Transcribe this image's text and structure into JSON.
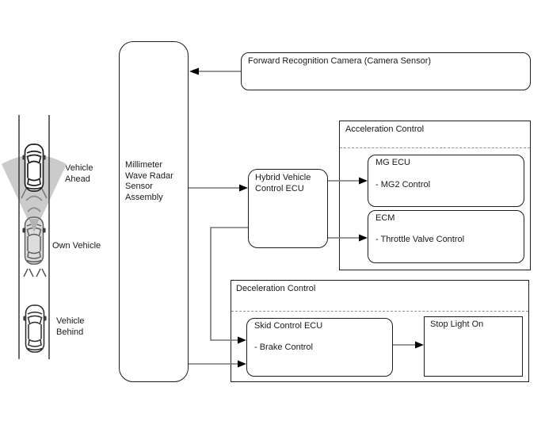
{
  "illustration": {
    "vehicle_ahead_label": "Vehicle Ahead",
    "own_vehicle_label": "Own Vehicle",
    "vehicle_behind_label": "Vehicle Behind"
  },
  "nodes": {
    "radar_sensor": {
      "label": "Millimeter Wave Radar Sensor Assembly"
    },
    "camera": {
      "label": "Forward Recognition Camera (Camera Sensor)"
    },
    "hybrid_ecu": {
      "label": "Hybrid Vehicle Control ECU"
    },
    "mg_ecu": {
      "title": "MG ECU",
      "item": "- MG2 Control"
    },
    "ecm": {
      "title": "ECM",
      "item": "- Throttle Valve Control"
    },
    "skid_ecu": {
      "title": "Skid Control ECU",
      "item": "- Brake Control"
    },
    "stop_light": {
      "label": "Stop Light On"
    }
  },
  "groups": {
    "acceleration": {
      "title": "Acceleration Control"
    },
    "deceleration": {
      "title": "Deceleration Control"
    }
  },
  "edges": [
    {
      "from": "camera",
      "to": "radar_sensor"
    },
    {
      "from": "radar_sensor",
      "to": "hybrid_ecu"
    },
    {
      "from": "hybrid_ecu",
      "to": "mg_ecu"
    },
    {
      "from": "hybrid_ecu",
      "to": "ecm"
    },
    {
      "from": "hybrid_ecu",
      "to": "skid_ecu"
    },
    {
      "from": "radar_sensor",
      "to": "skid_ecu"
    },
    {
      "from": "skid_ecu",
      "to": "stop_light"
    }
  ],
  "colors": {
    "box_border": "#1c1c1c",
    "connector_line": "#767676",
    "arrowhead": "#000000",
    "dashed_separator": "#8f8f8f",
    "radar_cone": "#cbcbcb",
    "own_vehicle_fill": "#dcdcdc",
    "background": "#ffffff"
  }
}
